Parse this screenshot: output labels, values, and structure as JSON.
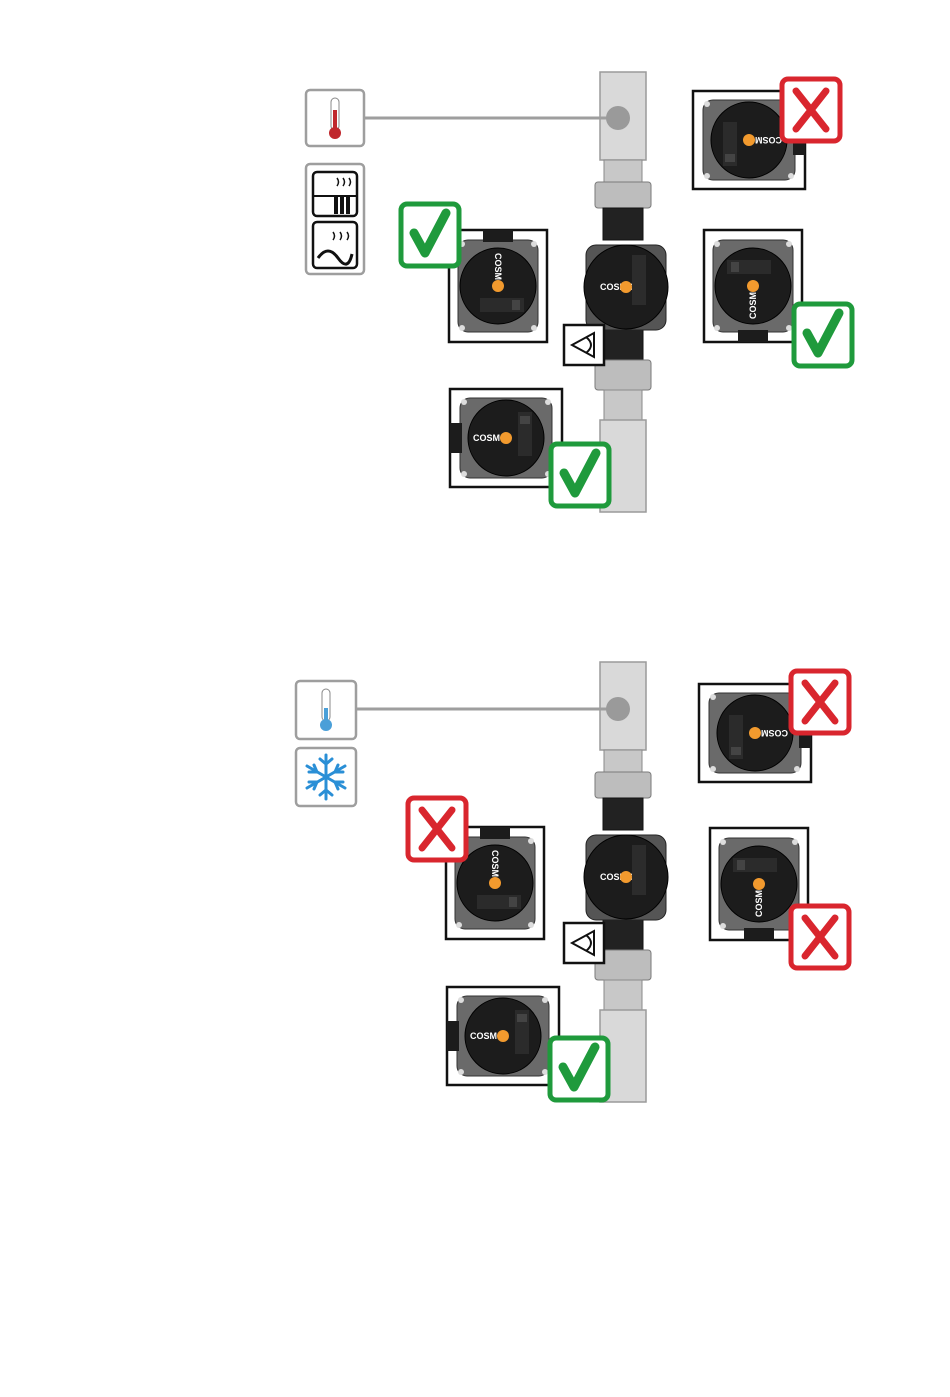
{
  "diagram": {
    "brand_label": "COSMO",
    "panels": [
      {
        "name": "heating",
        "mode_icons": [
          "thermometer-warm-icon",
          "radiator-icon",
          "floor-heating-icon"
        ],
        "orientations": [
          {
            "position": "top-right",
            "allowed": false
          },
          {
            "position": "left",
            "allowed": true
          },
          {
            "position": "right",
            "allowed": true
          },
          {
            "position": "bottom",
            "allowed": true
          }
        ]
      },
      {
        "name": "cooling",
        "mode_icons": [
          "thermometer-cold-icon",
          "snowflake-icon"
        ],
        "orientations": [
          {
            "position": "top-right",
            "allowed": false
          },
          {
            "position": "left",
            "allowed": false
          },
          {
            "position": "right",
            "allowed": false
          },
          {
            "position": "bottom",
            "allowed": true
          }
        ]
      }
    ]
  },
  "colors": {
    "ok": "#1f9a3c",
    "not_ok": "#d9262e",
    "pipe": "#d9d9d9",
    "pump_body": "#1c1c1c",
    "accent": "#f29a2e",
    "frame": "#9e9e9e",
    "thermo_warm": "#c0282d",
    "thermo_cold": "#4a9fd8",
    "snow": "#2a8fd6"
  }
}
